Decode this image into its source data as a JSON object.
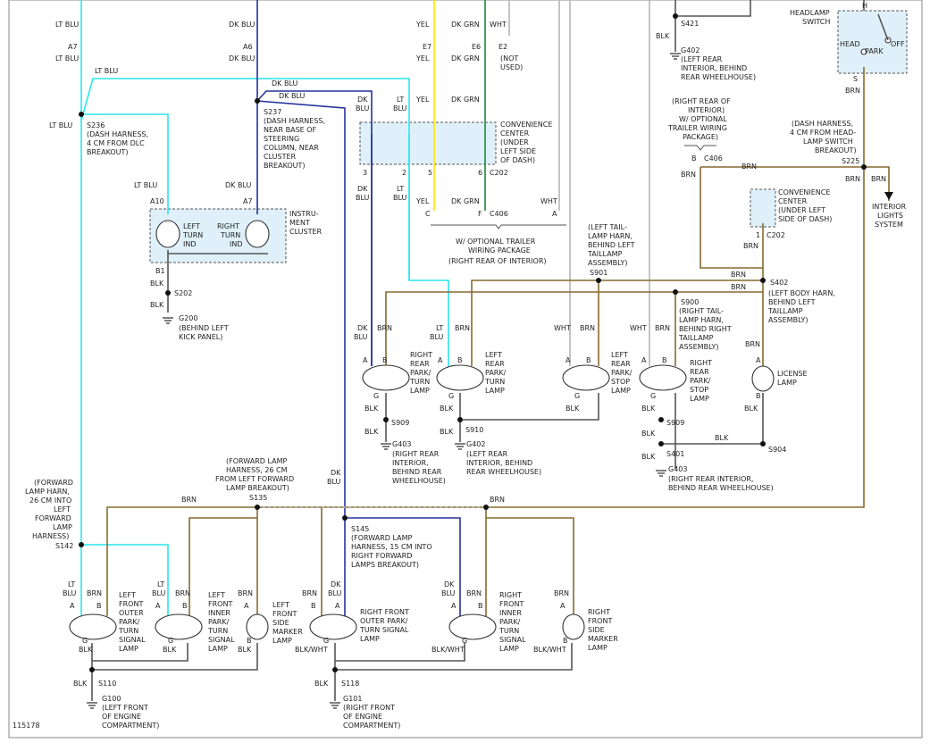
{
  "figure_id": "115178",
  "wire_colors": {
    "lt_blu": "#29e6ee",
    "dk_blu": "#24339a",
    "brn": "#876a2f",
    "yel": "#ffe500",
    "dk_grn": "#1b8a3a",
    "wht": "#b5b5b5",
    "blk": "#555555"
  },
  "labels": {
    "lt_blu": "LT BLU",
    "dk_blu": "DK BLU",
    "yel": "YEL",
    "dk_grn": "DK GRN",
    "wht": "WHT",
    "brn": "BRN",
    "blk": "BLK",
    "blk_wht": "BLK/WHT",
    "dk": "DK",
    "lt": "LT",
    "blu": "BLU",
    "a7": "A7",
    "a6": "A6",
    "e7": "E7",
    "e6": "E6",
    "e2": "E2",
    "a10": "A10",
    "b1": "B1",
    "pin_a": "A",
    "pin_b": "B",
    "pin_g": "G",
    "pin_s": "S",
    "pin_h": "H",
    "pin_c": "C",
    "pin_f": "F",
    "pin_1": "1",
    "pin_2": "2",
    "pin_3": "3",
    "pin_5": "5",
    "pin_6": "6",
    "c202": "C202",
    "c406": "C406",
    "not_used": [
      "(NOT",
      "USED)"
    ],
    "s236": "S236",
    "s236_desc": [
      "(DASH HARNESS,",
      "4 CM FROM DLC",
      "BREAKOUT)"
    ],
    "s237": "S237",
    "s237_desc": [
      "(DASH HARNESS,",
      "NEAR BASE OF",
      "STEERING",
      "COLUMN, NEAR",
      "CLUSTER",
      "BREAKOUT)"
    ],
    "conv_center_dash": [
      "CONVENIENCE",
      "CENTER",
      "(UNDER",
      "LEFT SIDE",
      "OF DASH)"
    ],
    "conv_center_dash2": [
      "CONVENIENCE",
      "CENTER",
      "(UNDER LEFT",
      "SIDE OF DASH)"
    ],
    "trailer_pkg": [
      "W/ OPTIONAL TRAILER",
      "WIRING PACKAGE",
      "(RIGHT REAR OF INTERIOR)"
    ],
    "right_rear_interior_trailer": [
      "(RIGHT REAR OF",
      "INTERIOR)",
      "W/ OPTIONAL",
      "TRAILER WIRING",
      "PACKAGE)"
    ],
    "instrument_cluster": [
      "INSTRU-",
      "MENT",
      "CLUSTER"
    ],
    "left_turn_ind": [
      "LEFT",
      "TURN",
      "IND"
    ],
    "right_turn_ind": [
      "RIGHT",
      "TURN",
      "IND"
    ],
    "s202": "S202",
    "g200": "G200",
    "g200_desc": [
      "(BEHIND LEFT",
      "KICK PANEL)"
    ],
    "s421": "S421",
    "g402": "G402",
    "g402_top_desc": [
      "(LEFT REAR",
      "INTERIOR, BEHIND",
      "REAR WHEELHOUSE)"
    ],
    "headlamp_switch": [
      "HEADLAMP",
      "SWITCH"
    ],
    "head": "HEAD",
    "park": "PARK",
    "off": "OFF",
    "s225": "S225",
    "s225_desc": [
      "(DASH HARNESS,",
      "4 CM FROM HEAD-",
      "LAMP SWITCH",
      "BREAKOUT)"
    ],
    "interior_lights": [
      "INTERIOR",
      "LIGHTS",
      "SYSTEM"
    ],
    "left_taillamp_harn": [
      "(LEFT TAIL-",
      "LAMP HARN,",
      "BEHIND LEFT",
      "TAILLAMP",
      "ASSEMBLY)"
    ],
    "s901": "S901",
    "s402": "S402",
    "s402_desc": [
      "(LEFT BODY HARN,",
      "BEHIND LEFT",
      "TAILLAMP",
      "ASSEMBLY)"
    ],
    "s900": "S900",
    "s900_desc": [
      "(RIGHT TAIL-",
      "LAMP HARN,",
      "BEHIND RIGHT",
      "TAILLAMP",
      "ASSEMBLY)"
    ],
    "right_rear_park_turn": [
      "RIGHT",
      "REAR",
      "PARK/",
      "TURN",
      "LAMP"
    ],
    "left_rear_park_turn": [
      "LEFT",
      "REAR",
      "PARK/",
      "TURN",
      "LAMP"
    ],
    "left_rear_park_stop": [
      "LEFT",
      "REAR",
      "PARK/",
      "STOP",
      "LAMP"
    ],
    "right_rear_park_stop": [
      "RIGHT",
      "REAR",
      "PARK/",
      "STOP",
      "LAMP"
    ],
    "license_lamp": [
      "LICENSE",
      "LAMP"
    ],
    "s909": "S909",
    "s910": "S910",
    "s904": "S904",
    "s401": "S401",
    "g403": "G403",
    "g403_left_desc": [
      "(RIGHT REAR",
      "INTERIOR,",
      "BEHIND REAR",
      "WHEELHOUSE)"
    ],
    "g402_mid_desc": [
      "(LEFT REAR",
      "INTERIOR, BEHIND",
      "REAR WHEELHOUSE)"
    ],
    "g403_right_desc": [
      "(RIGHT REAR INTERIOR,",
      "BEHIND REAR WHEELHOUSE)"
    ],
    "s135": "S135",
    "s135_desc": [
      "(FORWARD LAMP",
      "HARNESS, 26 CM",
      "FROM LEFT FORWARD",
      "LAMP BREAKOUT)"
    ],
    "s142": "S142",
    "s142_desc": [
      "(FORWARD",
      "LAMP HARN,",
      "26 CM INTO",
      "LEFT",
      "FORWARD",
      "LAMP",
      "HARNESS)"
    ],
    "s145": "S145",
    "s145_desc": [
      "(FORWARD LAMP",
      "HARNESS, 15 CM INTO",
      "RIGHT FORWARD",
      "LAMPS BREAKOUT)"
    ],
    "lf_outer": [
      "LEFT",
      "FRONT",
      "OUTER",
      "PARK/",
      "TURN",
      "SIGNAL",
      "LAMP"
    ],
    "lf_inner": [
      "LEFT",
      "FRONT",
      "INNER",
      "PARK/",
      "TURN",
      "SIGNAL",
      "LAMP"
    ],
    "lf_side": [
      "LEFT",
      "FRONT",
      "SIDE",
      "MARKER",
      "LAMP"
    ],
    "rf_outer": [
      "RIGHT FRONT",
      "OUTER PARK/",
      "TURN SIGNAL",
      "LAMP"
    ],
    "rf_inner": [
      "RIGHT",
      "FRONT",
      "INNER",
      "PARK/",
      "TURN",
      "SIGNAL",
      "LAMP"
    ],
    "rf_side": [
      "RIGHT",
      "FRONT",
      "SIDE",
      "MARKER",
      "LAMP"
    ],
    "s110": "S110",
    "g100": "G100",
    "g100_desc": [
      "(LEFT FRONT",
      "OF ENGINE",
      "COMPARTMENT)"
    ],
    "s118": "S118",
    "g101": "G101",
    "g101_desc": [
      "(RIGHT FRONT",
      "OF ENGINE",
      "COMPARTMENT)"
    ]
  }
}
